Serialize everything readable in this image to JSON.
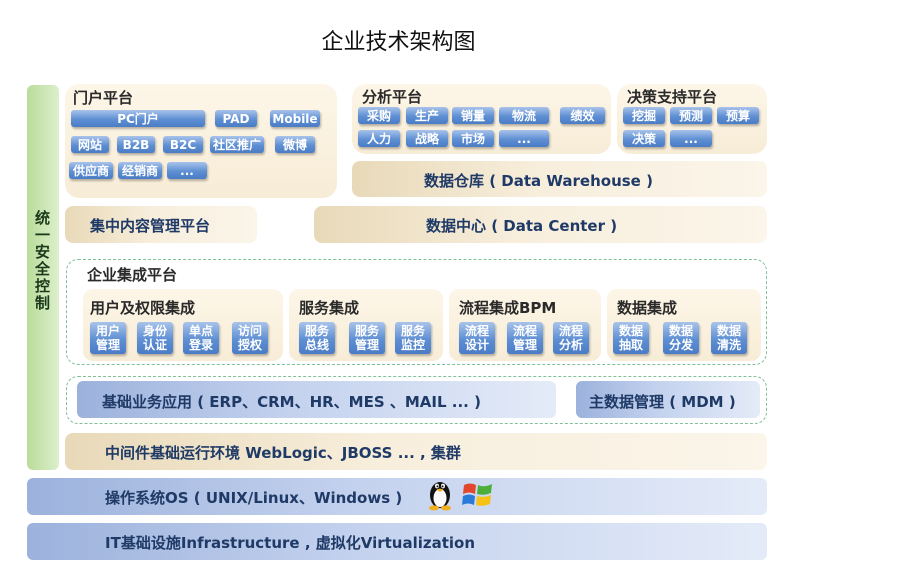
{
  "title": "企业技术架构图",
  "security": {
    "label": "统一安全控制"
  },
  "portal": {
    "title": "门户平台",
    "row1": [
      "PC门户",
      "PAD",
      "Mobile"
    ],
    "row2": [
      "网站",
      "B2B",
      "B2C",
      "社区推广",
      "微博"
    ],
    "row3": [
      "供应商",
      "经销商",
      "..."
    ]
  },
  "analysis": {
    "title": "分析平台",
    "row1": [
      "采购",
      "生产",
      "销量",
      "物流",
      "绩效"
    ],
    "row2": [
      "人力",
      "战略",
      "市场",
      "..."
    ]
  },
  "decision": {
    "title": "决策支持平台",
    "row1": [
      "挖掘",
      "预测",
      "预算"
    ],
    "row2": [
      "决策",
      "..."
    ]
  },
  "warehouse": {
    "label": "数据仓库 ( Data Warehouse )"
  },
  "cms": {
    "label": "集中内容管理平台"
  },
  "datacenter": {
    "label": "数据中心 ( Data Center )"
  },
  "integration": {
    "title": "企业集成平台",
    "groups": [
      {
        "title": "用户及权限集成",
        "chips": [
          "用户\n管理",
          "身份\n认证",
          "单点\n登录",
          "访问\n授权"
        ]
      },
      {
        "title": "服务集成",
        "chips": [
          "服务\n总线",
          "服务\n管理",
          "服务\n监控"
        ]
      },
      {
        "title": "流程集成BPM",
        "chips": [
          "流程\n设计",
          "流程\n管理",
          "流程\n分析"
        ]
      },
      {
        "title": "数据集成",
        "chips": [
          "数据\n抽取",
          "数据\n分发",
          "数据\n清洗"
        ]
      }
    ]
  },
  "business": {
    "label": "基础业务应用 ( ERP、CRM、HR、MES 、MAIL ... )"
  },
  "mdm": {
    "label": "主数据管理 ( MDM )"
  },
  "middleware": {
    "label": "中间件基础运行环境 WebLogic、JBOSS ... , 集群"
  },
  "os": {
    "label": "操作系统OS ( UNIX/Linux、Windows )",
    "icons": [
      "linux-penguin-icon",
      "windows-logo-icon"
    ]
  },
  "infra": {
    "label": "IT基础设施Infrastructure , 虚拟化Virtualization"
  },
  "colors": {
    "chip": "#5e8fd3",
    "beige": "#f7eedc",
    "blue_bar": "#c4d2ee",
    "green_bar": "#cde6b5",
    "dashed": "#7fbf9a"
  }
}
